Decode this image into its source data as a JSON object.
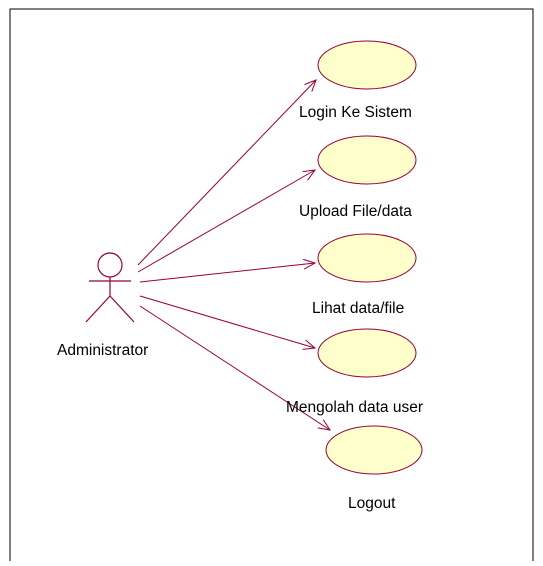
{
  "actor": {
    "name": "Administrator"
  },
  "use_cases": [
    {
      "id": "login",
      "label": "Login Ke Sistem"
    },
    {
      "id": "upload",
      "label": "Upload File/data"
    },
    {
      "id": "lihat",
      "label": "Lihat data/file"
    },
    {
      "id": "mengolah",
      "label": "Mengolah data user"
    },
    {
      "id": "logout",
      "label": "Logout"
    }
  ],
  "style": {
    "ellipse_fill": "#FFFFCC",
    "ellipse_stroke": "#990033",
    "association_color": "#990033",
    "actor_stroke": "#990033",
    "border_color": "#000000"
  }
}
